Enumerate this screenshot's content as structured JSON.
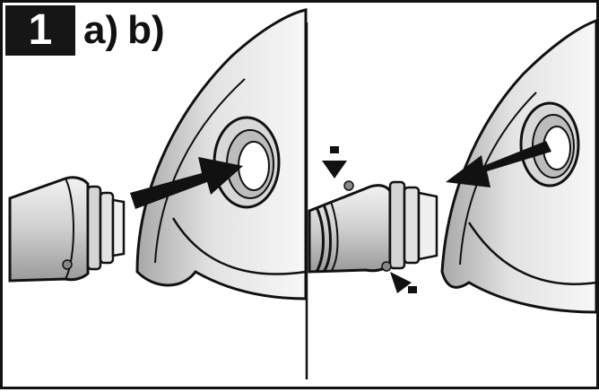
{
  "figure": {
    "number": "1",
    "parts": [
      "a)",
      "b)"
    ]
  },
  "colors": {
    "ink": "#111111",
    "shade_dark": "#bdbdbd",
    "shade_light": "#e6e6e6",
    "paper": "#ffffff"
  },
  "icons": {
    "arrow_insert": "right-arrow",
    "arrow_remove": "left-arrow",
    "release_buttons": "press-arrows"
  }
}
